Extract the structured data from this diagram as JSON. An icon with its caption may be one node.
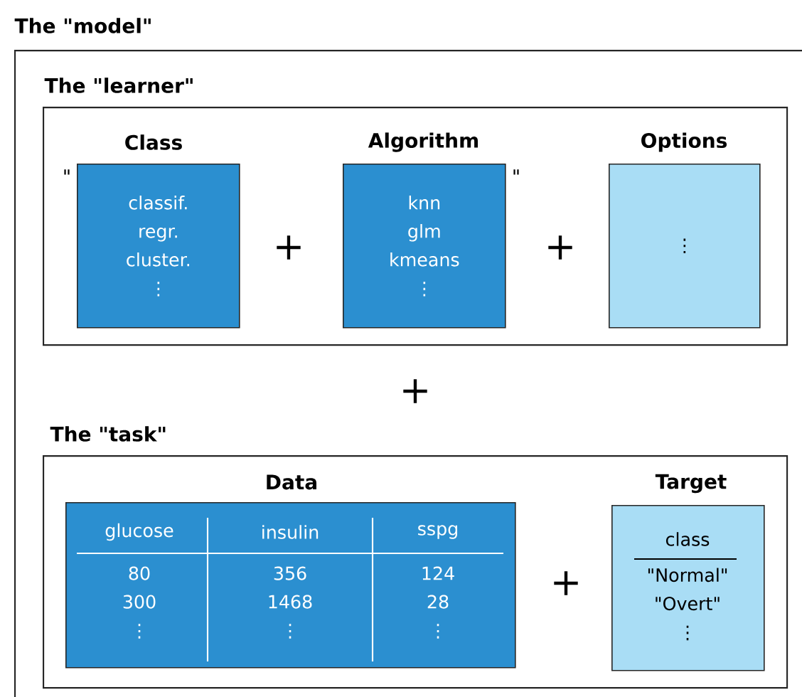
{
  "diagram": {
    "nodes": [
      {
        "text": [
          "The \"model\""
        ]
      },
      {
        "text": [
          "The \"learner\""
        ],
        "in": 0
      },
      {
        "text": [
          "Class",
          "classif. regr. cluster. ⋮"
        ],
        "beside": [
          "\""
        ],
        "in": 1
      },
      {
        "text": [
          "Algorithm",
          "knn glm kmeans ⋮"
        ],
        "beside": [
          "\""
        ],
        "in": 1
      },
      {
        "text": [
          "Options",
          "⋮"
        ],
        "in": 1
      },
      {
        "text": [
          "The \"task\""
        ],
        "in": 0
      },
      {
        "text": [
          "Data",
          "glucose",
          "insulin",
          "sspg",
          "80 300 ⋮",
          "356 1468 ⋮",
          "124 28 ⋮"
        ],
        "in": 5
      },
      {
        "text": [
          "Target",
          "class",
          "\"Normal\" \"Overt\" ⋮"
        ],
        "in": 5
      }
    ],
    "labels": [
      "+",
      "+",
      "+",
      "+"
    ]
  }
}
